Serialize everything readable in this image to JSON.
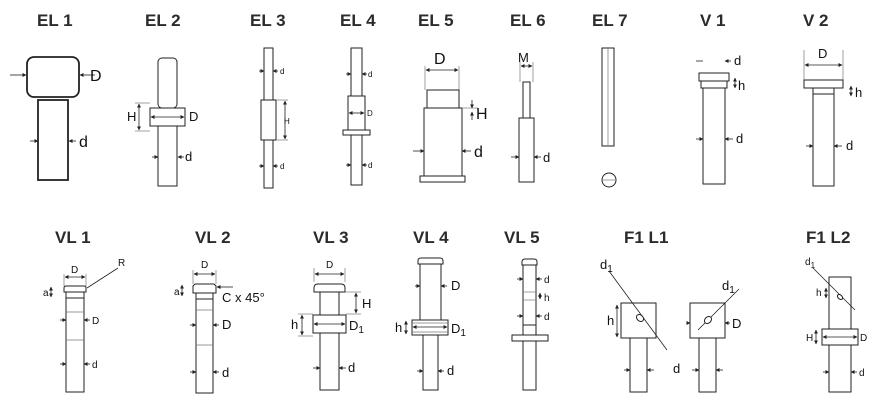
{
  "titles": {
    "el1": "EL 1",
    "el2": "EL 2",
    "el3": "EL 3",
    "el4": "EL 4",
    "el5": "EL 5",
    "el6": "EL 6",
    "el7": "EL 7",
    "v1": "V 1",
    "v2": "V 2",
    "vl1": "VL 1",
    "vl2": "VL 2",
    "vl3": "VL 3",
    "vl4": "VL 4",
    "vl5": "VL 5",
    "f1l1": "F1 L1",
    "f1l2": "F1 L2"
  },
  "labels": {
    "D": "D",
    "d": "d",
    "H": "H",
    "h": "h",
    "M": "M",
    "R": "R",
    "a": "a",
    "D1": "D",
    "d1": "d",
    "sub1": "1",
    "chamfer": "C x 45°"
  }
}
